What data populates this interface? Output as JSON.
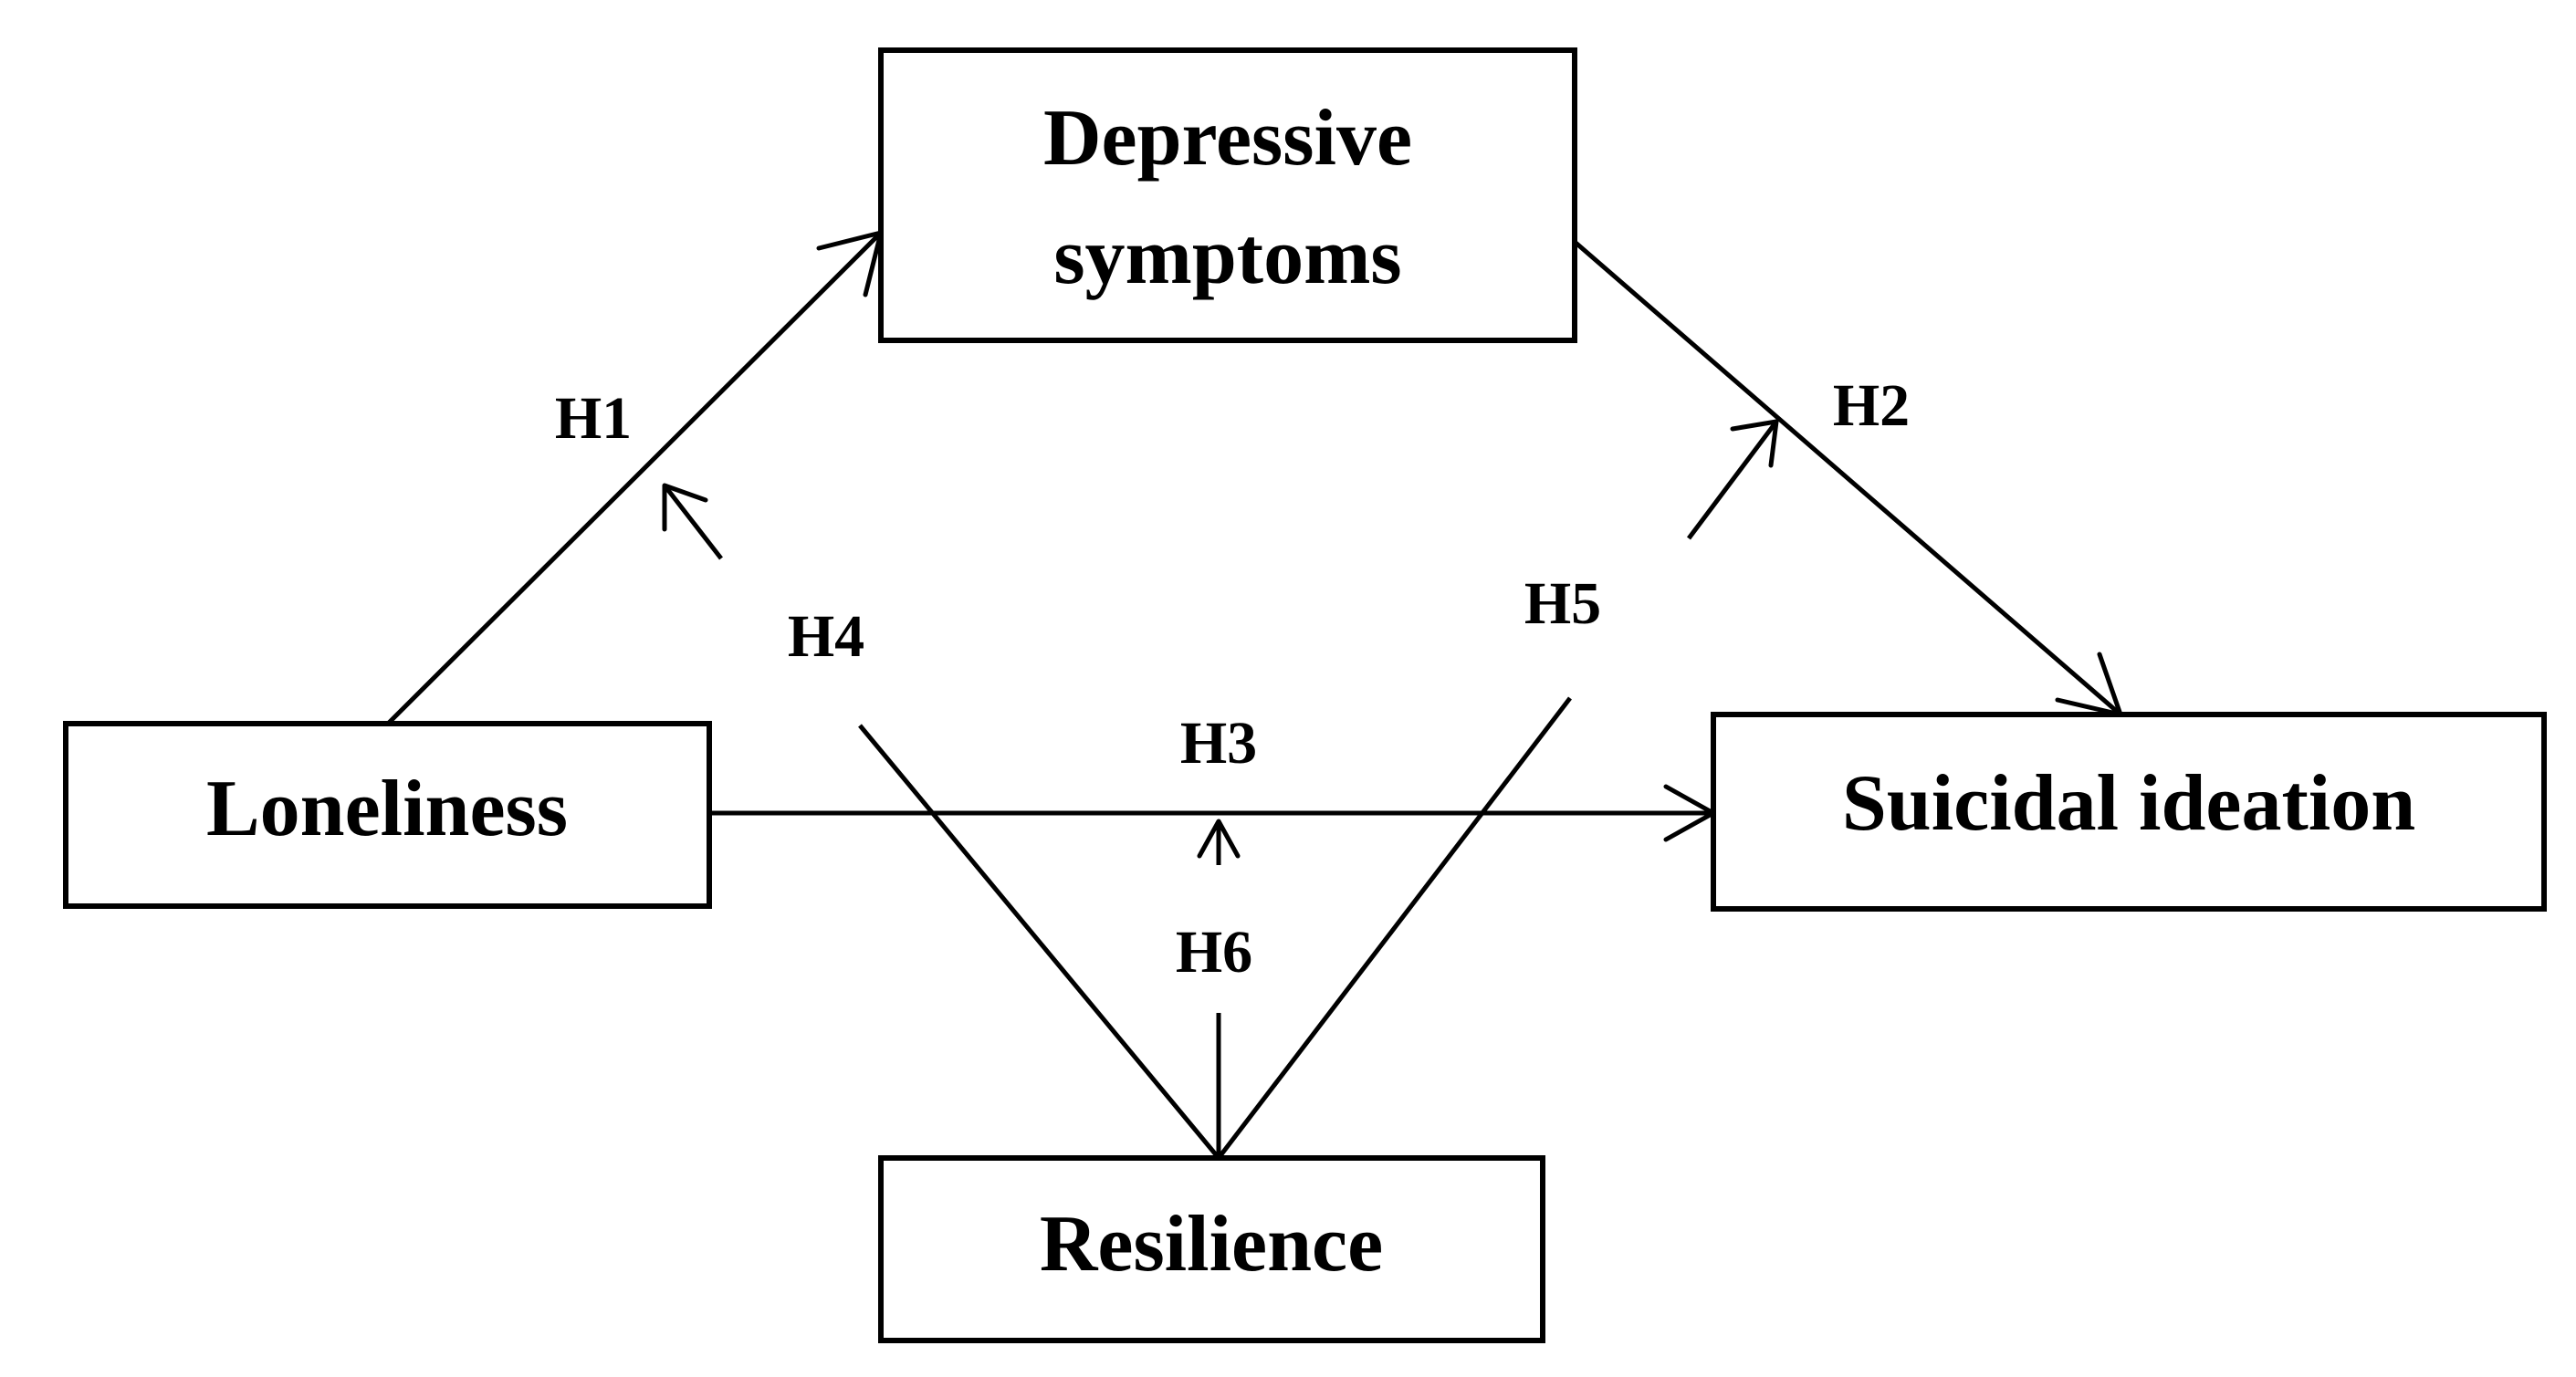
{
  "nodes": {
    "depressive": {
      "line1": "Depressive",
      "line2": "symptoms"
    },
    "loneliness": {
      "label": "Loneliness"
    },
    "suicidal": {
      "label": "Suicidal ideation"
    },
    "resilience": {
      "label": "Resilience"
    }
  },
  "hypotheses": {
    "h1": "H1",
    "h2": "H2",
    "h3": "H3",
    "h4": "H4",
    "h5": "H5",
    "h6": "H6"
  }
}
